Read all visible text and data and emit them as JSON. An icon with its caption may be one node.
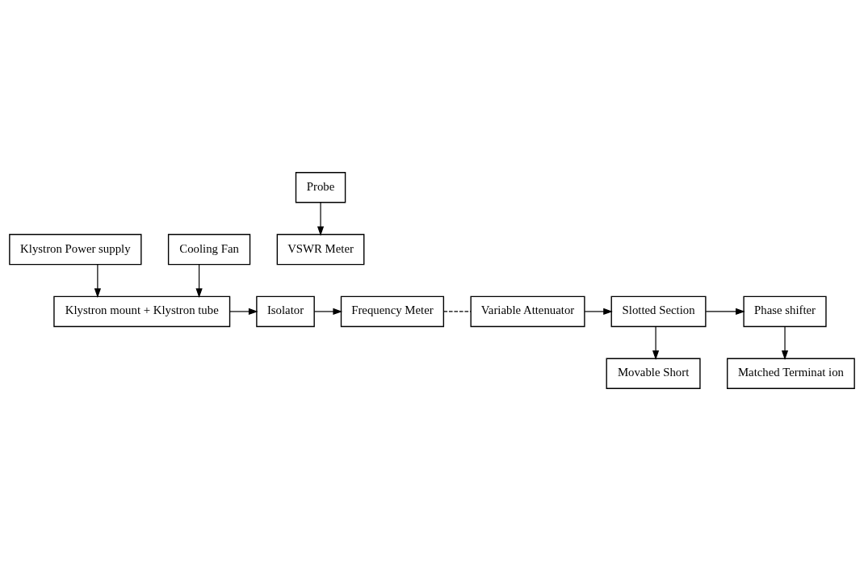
{
  "diagram": {
    "nodes": [
      {
        "text": [
          "Klystron Power supply"
        ]
      },
      {
        "text": [
          "Cooling Fan"
        ]
      },
      {
        "text": [
          "Klystron mount + Klystron tube"
        ]
      },
      {
        "text": [
          "Isolator"
        ]
      },
      {
        "text": [
          "Frequency Meter"
        ]
      },
      {
        "text": [
          "Variable Attenuator"
        ]
      },
      {
        "text": [
          "VSWR Meter"
        ]
      },
      {
        "text": [
          "Probe"
        ]
      },
      {
        "text": [
          "Slotted Section"
        ]
      },
      {
        "text": [
          "Phase shifter"
        ]
      },
      {
        "text": [
          "Movable Short"
        ]
      },
      {
        "text": [
          "Matched Terminat ion"
        ]
      }
    ],
    "edges": [
      {
        "from": 0,
        "to": 2,
        "arrow": "to"
      },
      {
        "from": 1,
        "to": 2,
        "arrow": "to"
      },
      {
        "from": 2,
        "to": 3,
        "arrow": "to"
      },
      {
        "from": 3,
        "to": 4,
        "arrow": "to"
      },
      {
        "from": 4,
        "to": 5,
        "arrow": "none",
        "style": "dashed"
      },
      {
        "from": 5,
        "to": 8,
        "arrow": "to"
      },
      {
        "from": 7,
        "to": 6,
        "arrow": "to"
      },
      {
        "from": 8,
        "to": 9,
        "arrow": "to"
      },
      {
        "from": 8,
        "to": 10,
        "arrow": "to"
      },
      {
        "from": 9,
        "to": 11,
        "arrow": "to"
      }
    ]
  }
}
